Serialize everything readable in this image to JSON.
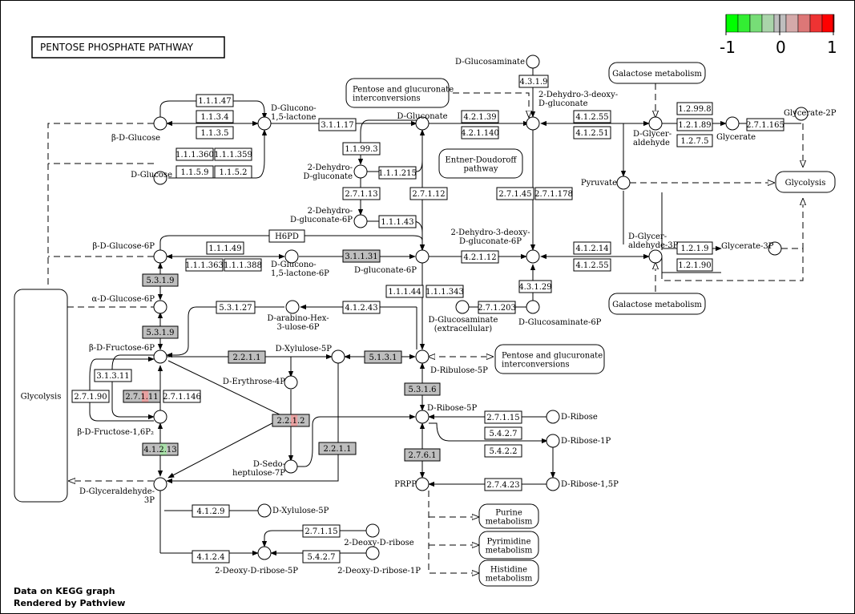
{
  "title": "PENTOSE PHOSPHATE PATHWAY",
  "footer": {
    "line1": "Data on KEGG graph",
    "line2": "Rendered by Pathview"
  },
  "legend": {
    "min_label": "-1",
    "mid_label": "0",
    "max_label": "1",
    "colors": [
      "#00ff00",
      "#33ee33",
      "#77dd77",
      "#aad4aa",
      "#bebebe",
      "#d4aaaa",
      "#dd7777",
      "#ee3333",
      "#ff0000"
    ]
  },
  "colors": {
    "mapped_gene": "#bebebe",
    "up": "#ff0000",
    "down": "#00ff00"
  },
  "enzymes": [
    {
      "id": "e1",
      "label": "1.1.1.47",
      "fill": "#ffffff"
    },
    {
      "id": "e2",
      "label": "1.1.3.4",
      "fill": "#ffffff"
    },
    {
      "id": "e3",
      "label": "1.1.3.5",
      "fill": "#ffffff"
    },
    {
      "id": "e4",
      "label": "1.1.1.360",
      "fill": "#ffffff"
    },
    {
      "id": "e5",
      "label": "1.1.1.359",
      "fill": "#ffffff"
    },
    {
      "id": "e6",
      "label": "1.1.5.9",
      "fill": "#ffffff"
    },
    {
      "id": "e7",
      "label": "1.1.5.2",
      "fill": "#ffffff"
    },
    {
      "id": "e8",
      "label": "3.1.1.17",
      "fill": "#ffffff"
    },
    {
      "id": "e9",
      "label": "1.1.99.3",
      "fill": "#ffffff"
    },
    {
      "id": "e10",
      "label": "1.1.1.215",
      "fill": "#ffffff"
    },
    {
      "id": "e11",
      "label": "2.7.1.13",
      "fill": "#ffffff"
    },
    {
      "id": "e12",
      "label": "2.7.1.12",
      "fill": "#ffffff"
    },
    {
      "id": "e13",
      "label": "4.3.1.9",
      "fill": "#ffffff"
    },
    {
      "id": "e14",
      "label": "4.2.1.39",
      "fill": "#ffffff"
    },
    {
      "id": "e15",
      "label": "4.2.1.140",
      "fill": "#ffffff"
    },
    {
      "id": "e16",
      "label": "4.1.2.55",
      "fill": "#ffffff"
    },
    {
      "id": "e17",
      "label": "4.1.2.51",
      "fill": "#ffffff"
    },
    {
      "id": "e18",
      "label": "1.2.99.8",
      "fill": "#ffffff"
    },
    {
      "id": "e19",
      "label": "1.2.1.89",
      "fill": "#ffffff"
    },
    {
      "id": "e20",
      "label": "1.2.7.5",
      "fill": "#ffffff"
    },
    {
      "id": "e21",
      "label": "2.7.1.165",
      "fill": "#ffffff"
    },
    {
      "id": "e22",
      "label": "2.7.1.45",
      "fill": "#ffffff"
    },
    {
      "id": "e23",
      "label": "2.7.1.178",
      "fill": "#ffffff"
    },
    {
      "id": "e24",
      "label": "1.1.1.43",
      "fill": "#ffffff"
    },
    {
      "id": "e25",
      "label": "H6PD",
      "fill": "#ffffff"
    },
    {
      "id": "e26",
      "label": "1.1.1.49",
      "fill": "#ffffff"
    },
    {
      "id": "e27",
      "label": "1.1.1.363",
      "fill": "#ffffff"
    },
    {
      "id": "e28",
      "label": "1.1.1.388",
      "fill": "#ffffff"
    },
    {
      "id": "e29",
      "label": "3.1.1.31",
      "fill": "#bebebe"
    },
    {
      "id": "e30",
      "label": "4.2.1.12",
      "fill": "#ffffff"
    },
    {
      "id": "e31",
      "label": "4.1.2.14",
      "fill": "#ffffff"
    },
    {
      "id": "e32",
      "label": "4.1.2.55",
      "fill": "#ffffff"
    },
    {
      "id": "e33",
      "label": "1.2.1.9",
      "fill": "#ffffff"
    },
    {
      "id": "e34",
      "label": "1.2.1.90",
      "fill": "#ffffff"
    },
    {
      "id": "e35",
      "label": "4.3.1.29",
      "fill": "#ffffff"
    },
    {
      "id": "e36",
      "label": "2.7.1.203",
      "fill": "#ffffff"
    },
    {
      "id": "e37",
      "label": "5.3.1.9",
      "fill": "#bebebe"
    },
    {
      "id": "e38",
      "label": "5.3.1.27",
      "fill": "#ffffff"
    },
    {
      "id": "e39",
      "label": "4.1.2.43",
      "fill": "#ffffff"
    },
    {
      "id": "e40",
      "label": "1.1.1.44",
      "fill": "#ffffff"
    },
    {
      "id": "e41",
      "label": "1.1.1.343",
      "fill": "#ffffff"
    },
    {
      "id": "e42",
      "label": "5.3.1.9",
      "fill": "#bebebe"
    },
    {
      "id": "e43",
      "label": "2.2.1.1",
      "fill": "#bebebe"
    },
    {
      "id": "e44",
      "label": "5.1.3.1",
      "fill": "#bebebe"
    },
    {
      "id": "e45",
      "label": "3.1.3.11",
      "fill": "#ffffff"
    },
    {
      "id": "e46",
      "label": "2.7.1.90",
      "fill": "#ffffff"
    },
    {
      "id": "e47",
      "label": "2.7.1.11",
      "fill": "#bebebe",
      "split": "#e8a0a0"
    },
    {
      "id": "e48",
      "label": "2.7.1.146",
      "fill": "#ffffff"
    },
    {
      "id": "e49",
      "label": "2.2.1.2",
      "fill": "#bebebe",
      "split": "#e8a0a0"
    },
    {
      "id": "e50",
      "label": "4.1.2.13",
      "fill": "#bebebe",
      "split": "#a8e0a8"
    },
    {
      "id": "e51",
      "label": "2.2.1.1",
      "fill": "#bebebe"
    },
    {
      "id": "e52",
      "label": "5.3.1.6",
      "fill": "#bebebe"
    },
    {
      "id": "e53",
      "label": "2.7.1.15",
      "fill": "#ffffff"
    },
    {
      "id": "e54",
      "label": "5.4.2.7",
      "fill": "#ffffff"
    },
    {
      "id": "e55",
      "label": "5.4.2.2",
      "fill": "#ffffff"
    },
    {
      "id": "e56",
      "label": "2.7.6.1",
      "fill": "#bebebe"
    },
    {
      "id": "e57",
      "label": "2.7.4.23",
      "fill": "#ffffff"
    },
    {
      "id": "e58",
      "label": "4.1.2.9",
      "fill": "#ffffff"
    },
    {
      "id": "e59",
      "label": "2.7.1.15",
      "fill": "#ffffff"
    },
    {
      "id": "e60",
      "label": "4.1.2.4",
      "fill": "#ffffff"
    },
    {
      "id": "e61",
      "label": "5.4.2.7",
      "fill": "#ffffff"
    }
  ],
  "compounds": [
    {
      "id": "c1",
      "label": "β-D-Glucose"
    },
    {
      "id": "c2",
      "label": "D-Glucose"
    },
    {
      "id": "c3",
      "label": "D-Glucono-\n1,5-lactone"
    },
    {
      "id": "c4",
      "label": "D-Gluconate"
    },
    {
      "id": "c5",
      "label": "2-Dehydro-\nD-gluconate"
    },
    {
      "id": "c6",
      "label": "2-Dehydro-\nD-gluconate-6P"
    },
    {
      "id": "c7",
      "label": "D-Glucosaminate"
    },
    {
      "id": "c8",
      "label": "2-Dehydro-3-deoxy-\nD-gluconate"
    },
    {
      "id": "c9",
      "label": "D-Glycer-\naldehyde"
    },
    {
      "id": "c10",
      "label": "Glycerate"
    },
    {
      "id": "c11",
      "label": "Glycerate-2P"
    },
    {
      "id": "c12",
      "label": "Pyruvate"
    },
    {
      "id": "c13",
      "label": "β-D-Glucose-6P"
    },
    {
      "id": "c14",
      "label": "D-Glucono-\n1,5-lactone-6P"
    },
    {
      "id": "c15",
      "label": "D-gluconate-6P"
    },
    {
      "id": "c16",
      "label": "2-Dehydro-3-deoxy-\nD-gluconate-6P"
    },
    {
      "id": "c17",
      "label": "D-Glycer-\naldehyde-3P"
    },
    {
      "id": "c18",
      "label": "Glycerate-3P"
    },
    {
      "id": "c19",
      "label": "D-Glucosaminate-6P"
    },
    {
      "id": "c20",
      "label": "D-Glucosaminate\n(extracellular)"
    },
    {
      "id": "c21",
      "label": "α-D-Glucose-6P"
    },
    {
      "id": "c22",
      "label": "D-arabino-Hex-\n3-ulose-6P"
    },
    {
      "id": "c23",
      "label": "β-D-Fructose-6P"
    },
    {
      "id": "c24",
      "label": "D-Xylulose-5P"
    },
    {
      "id": "c25",
      "label": "D-Ribulose-5P"
    },
    {
      "id": "c26",
      "label": "D-Erythrose-4P"
    },
    {
      "id": "c27",
      "label": "β-D-Fructose-1,6P₂"
    },
    {
      "id": "c28",
      "label": "D-Sedo-\nheptulose-7P"
    },
    {
      "id": "c29",
      "label": "D-Glyceraldehyde-\n3P"
    },
    {
      "id": "c30",
      "label": "D-Ribose-5P"
    },
    {
      "id": "c31",
      "label": "D-Ribose"
    },
    {
      "id": "c32",
      "label": "D-Ribose-1P"
    },
    {
      "id": "c33",
      "label": "PRPP"
    },
    {
      "id": "c34",
      "label": "D-Ribose-1,5P"
    },
    {
      "id": "c35",
      "label": "D-Xylulose-5P"
    },
    {
      "id": "c36",
      "label": "2-Deoxy-D-ribose"
    },
    {
      "id": "c37",
      "label": "2-Deoxy-D-ribose-5P"
    },
    {
      "id": "c38",
      "label": "2-Deoxy-D-ribose-1P"
    }
  ],
  "maps": [
    {
      "id": "m1",
      "label": "Pentose and glucuronate\ninterconversions"
    },
    {
      "id": "m2",
      "label": "Galactose metabolism"
    },
    {
      "id": "m3",
      "label": "Entner-Doudoroff\npathway"
    },
    {
      "id": "m4",
      "label": "Glycolysis"
    },
    {
      "id": "m5",
      "label": "Galactose metabolism"
    },
    {
      "id": "m6",
      "label": "Pentose and glucuronate\ninterconversions"
    },
    {
      "id": "m7",
      "label": "Glycolysis"
    },
    {
      "id": "m8",
      "label": "Purine\nmetabolism"
    },
    {
      "id": "m9",
      "label": "Pyrimidine\nmetabolism"
    },
    {
      "id": "m10",
      "label": "Histidine\nmetabolism"
    }
  ]
}
